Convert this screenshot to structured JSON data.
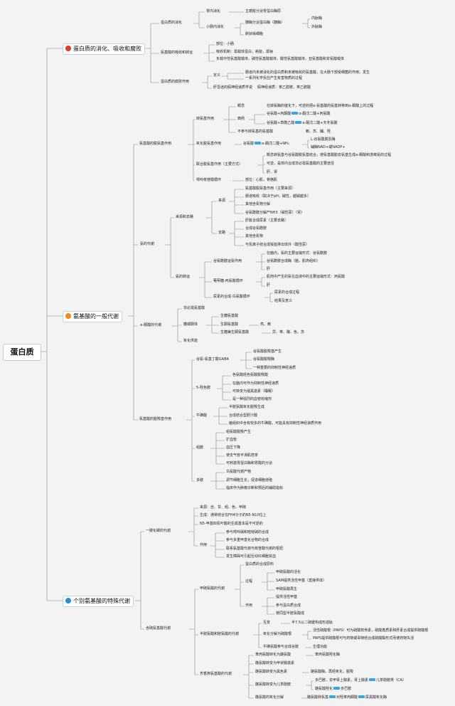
{
  "root": "蛋白质",
  "sections": {
    "s1": "蛋白质的消化、吸收和腐败",
    "s2": "氨基酸的一般代谢",
    "s3": "个别氨基酸的特殊代谢"
  },
  "colors": {
    "s1_dot": "#e03b2b",
    "s2_dot": "#f08a1c",
    "s3_dot": "#2b8fd6",
    "line": "#888888",
    "arrow": "#3aa3e6"
  },
  "s1": {
    "digest": "蛋白质的消化",
    "stomach": "胃内消化",
    "stomach_d": "主磨胶分泌胃蛋白酶原",
    "small": "小肠内消化",
    "pancreas": "胰酶分泌蛋白酶（胰酶）",
    "chymo": "内肽酶",
    "exo": "外肽酶",
    "brush": "刷状缘细胞",
    "absorb": "氨基酸的吸收和转运",
    "site": "部位：小肠",
    "mech": "吸收机制：需载体蛋白，耗能，需钠",
    "carriers": "负载中性氨基酸载体，碱性氨基酸载体，酸性氨基酸载体，亚氨基酸和甘氨酸载体",
    "putre": "蛋白质的腐败作用",
    "defn": "定义",
    "defn_d1": "肠道内未被消化的蛋白质和未被吸收的氨基酸，在大肠下部受细菌的作用，发生",
    "defn_d2": "一系列化学反应产生有害物质的过程",
    "toxic": "肝昏迷的假神经递质学说",
    "toxic_d": "假神经递质：苯乙醇胺，苯乙胺酸"
  },
  "s2": {
    "deam": "氨基酸的脱氨基作用",
    "trans": "转氨基作用",
    "concept": "概念",
    "concept_d": "在转氨酶的催化下，可逆的把α-氨基酸的氨基转移到α-酮酸上的过程",
    "typical": "典例",
    "t1": "谷氨酸+丙酮酸",
    "t1b": "α-酮戊二酸+丙氨酸",
    "t2": "谷氨酸+草酰乙酸",
    "t2b": "α-酮戊二酸+天冬氨酸",
    "notpart": "不参与转氨基的氨基酸",
    "notpart_d": "赖、苏、脯、羟",
    "oxid": "氧化脱氨基作用",
    "oxid_a": "谷氨酸",
    "oxid_b": "α-酮戊二酸+NH₃",
    "oxid_enz": "L-谷氨酸脱氢酶",
    "oxid_co": "辅酶NAD+或NADP+",
    "combined": "联合脱氨基作用（主要方式）",
    "comb_d1": "概念转氨基与谷氨酸脱氨基结合，使氨基酸脱去氨基生成α-酮酸和游离氨的过程",
    "comb_d2": "可逆，是体内合成非必需氨基酸的主要途径",
    "comb_d3": "肝、肾",
    "pnc": "嘌呤核苷酸循环",
    "pnc_d": "部位：心肌，骨骼肌",
    "metab": "氨的代谢",
    "src": "来源和去路",
    "source": "来源",
    "so1": "氨基酸脱氨基作用（主要来源）",
    "so2": "肠道吸收（取决于pH，碱性，越碱越多）",
    "so3": "其他含氮物分解",
    "so4": "谷氨酰胺分解产NH3（碱性尿）（肾）",
    "fate": "去路",
    "fa1": "肝脏合成尿素（主要去路）",
    "fa2": "合成谷氨酰胺",
    "fa3": "其他含氮物",
    "fa4": "与氢离子结合成铵盐排出体外（酸性尿）",
    "trans2": "氨的转运",
    "gln": "谷氨酰胺运氨作用",
    "gln1": "在脑内，氨的主要运输形式：谷氨酰胺",
    "gln2": "谷氨酰胺合成酶（脑，肌肉组织）",
    "gln3": "肝",
    "ala": "葡萄糖-丙氨酸循环",
    "ala1": "肌肉中产生的氨在血液中的主要运输形式：丙氨酸",
    "ala2": "肝",
    "urea": "尿素的合成-鸟氨酸循环",
    "urea1": "尿素的合成过程",
    "urea2": "结果及意义",
    "keto": "α-酮酸的代谢",
    "k1": "非必需氨基酸",
    "k2": "糖或酮体",
    "k21": "生糖氨基酸",
    "k22": "生酮氨基酸",
    "k22d": "亮、赖",
    "k23": "生糖兼生酮氨基酸",
    "k23d": "异、苯、酪、色、苏",
    "k3": "氧化供能",
    "decarb": "氨基酸的脱羧基作用",
    "gaba": "谷氨-氨基丁酸GABA",
    "gaba1": "谷氨酸脱羧基产生",
    "gaba2": "谷氨酸脱羧酶",
    "gaba3": "一种重要的抑制性神经递质",
    "ht": "5-羟色胺",
    "ht1": "色氨酸经色氨酸脱羧酸",
    "ht2": "在脑内可作为抑制性神经递质",
    "ht3": "可转变为褪黑激素（睡眠）",
    "ht4": "是一种强烈的血管收缩剂",
    "tau": "牛磺酸",
    "tau1": "半胱氨酸氧化脱羧生成",
    "tau2": "合成结合型胆汁酸",
    "tau3": "脑组织中含有较多的牛磺酸，可能具有抑制性神经递质作用",
    "his": "组胺",
    "his1": "组氨酸脱羧产生",
    "his2": "扩血管",
    "his3": "血压下降",
    "his4": "使支气管平滑肌痉挛",
    "his5": "可刺激胃蛋白酶和胃酸的分泌",
    "pa": "多胺",
    "pa1": "鸟氨酸代谢产物",
    "pa2": "调节细胞生长，促进细胞增殖",
    "pa3": "临床作为肿瘤诊断和预后的辅助指标"
  },
  "s3": {
    "one": "一碳化碳的代谢",
    "o1": "来源：丝、甘、组、色、甲硫",
    "o2": "生成：通常结合在FH4分子的N5-N10位上",
    "o3": "N5-甲基四氢叶酸的生成基本是不可逆的",
    "o4": "作用",
    "o41": "参与嘌呤碱和嘧啶碱的合成",
    "o42": "参与多重甲基化合物的合成",
    "o43": "联系氨基酸代谢与核苷酸代谢的枢纽",
    "o44": "发生障碍可引起巨幼红细胞贫血",
    "sulf": "含硫氨基酸代谢",
    "met": "甲硫氨酸的代谢",
    "m1": "蛋白质的合成原料",
    "m2": "过程",
    "m21": "甲硫氨酸的活化",
    "m22": "SAM提供活性甲基（直接供体）",
    "m23": "甲硫氨酸再生",
    "m3": "作用",
    "m31": "提供活性甲基",
    "m32": "参与蛋白质合成",
    "m33": "使同型半胱氨酸成",
    "cys": "半胱氨酸和胱氨酸的代谢",
    "c1": "互变",
    "c1d": "半7.5以二硫键构成形成肽",
    "c2": "氧化分解为硫酸根",
    "c21": "活性硫酸根（PAPS）可为硫酸软骨素，硫酸角质素和肝素合成提供硫酸根",
    "c22": "PAPS提供硫酸根可与药物或毒物结合成硫酸酯形式而使药物失活",
    "c3": "牛磺氨酸参与合成谷胱",
    "c3d": "生理功能",
    "aro": "芳香族氨基酸的代谢",
    "a1": "苯丙氨酸转化为酪氨酸",
    "a1d": "苯丙氨酸羟化酶",
    "a2": "酪氨酸转变为甲状腺激素",
    "a3": "酪氨酸转变为黑色素",
    "a3d": "酪氨酸酶，再经氧化，脱羧",
    "a4": "酪氨酸转变为儿茶酚胺",
    "a41a": "多巴胺，去甲肾上腺素，肾上腺素",
    "a41b": "儿茶酚胺类（CA）",
    "a42a": "酪氨酸羟化",
    "a42b": "多巴胺",
    "a5": "酪氨酸的氧化分解",
    "a5a": "酪氨酸转氨基",
    "a5b": "对羟苯丙酮酸",
    "a5c": "尿黑酸氧化酶"
  }
}
